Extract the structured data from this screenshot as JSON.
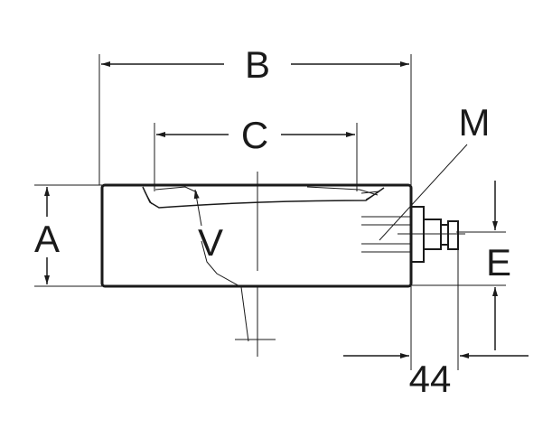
{
  "labels": {
    "B": "B",
    "C": "C",
    "M": "M",
    "A": "A",
    "V": "V",
    "E": "E",
    "dim44": "44"
  },
  "colors": {
    "ink": "#1a1a1a",
    "background": "#ffffff"
  }
}
